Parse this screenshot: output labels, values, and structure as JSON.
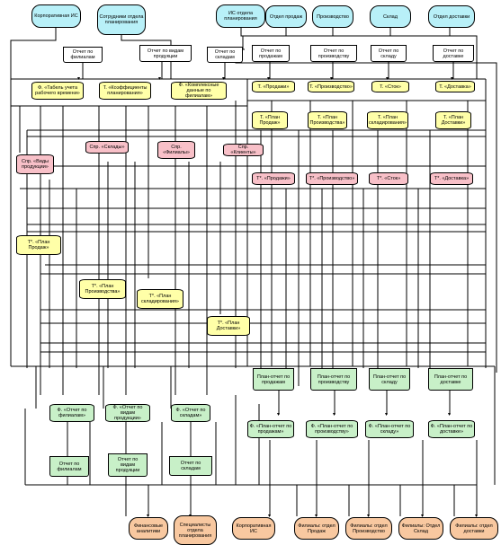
{
  "external_top": {
    "korp": "Корпоративная ИС",
    "sotr": "Сотрудники отдела планирования",
    "isop": "ИС отдела планирования",
    "prod": "Отдел продаж",
    "proizv": "Производство",
    "sklad": "Склад",
    "dost": "Отдел доставки"
  },
  "reports": {
    "filialy": "Отчет по филиалам",
    "vidy": "Отчет по видам продукции",
    "sklady": "Отчет по складам",
    "prodazhi": "Отчет по продажам",
    "proizv": "Отчет по производству",
    "sklad": "Отчет по складу",
    "dostavka": "Отчет по доставке"
  },
  "forms_top": {
    "tabel": "Ф. «Табель учета рабочего времени»",
    "koef": "Т. «Коэффициенты планирования»",
    "kompl": "Ф. «Комплексные данные по филиалам»",
    "t_prod": "Т. «Продажи»",
    "t_proizv": "Т. «Производство»",
    "t_stok": "Т. «Сток»",
    "t_dost": "Т. «Доставка»",
    "plan_prod": "Т. «План Продаж»",
    "plan_proizv": "Т. «План Производства»",
    "plan_skl": "Т. «План складирования»",
    "plan_dost": "Т. «План Доставки»"
  },
  "references": {
    "vidy": "Спр. «Виды продукции»",
    "sklady": "Спр. «Склады»",
    "filialy": "Спр. «Филиалы»",
    "klienty": "Спр. «Клиенты»"
  },
  "temp_tables": {
    "prod": "Т*. «Продажи»",
    "proizv": "Т*. «Производство»",
    "stok": "Т*. «Сток»",
    "dost": "Т*. «Доставка»"
  },
  "plans_mid": {
    "prod": "Т*. «План Продаж»",
    "proizv": "Т*. «План Производства»",
    "skl": "Т*. «План складирования»",
    "dost": "Т*. «План Доставки»"
  },
  "plan_reports": {
    "prod": "План-отчет по продажам",
    "proizv": "План-отчет по производству",
    "sklad": "План-отчет по складу",
    "dost": "План-отчет по доставке"
  },
  "plan_forms": {
    "prod": "Ф. «План-отчет по продажам»",
    "proizv": "Ф. «План-отчет по производству»",
    "sklad": "Ф. «План-отчет по складу»",
    "dost": "Ф. «План-отчет по доставке»"
  },
  "green_forms": {
    "filialy": "Ф. «Отчет по филиалам»",
    "vidy": "Ф. «Отчет по видам продукции»",
    "sklady": "Ф. «Отчет по складам»"
  },
  "green_docs": {
    "filialy": "Отчет по филиалам",
    "vidy": "Отчет по видам продукции",
    "sklady": "Отчет по складам"
  },
  "external_bottom": {
    "fin": "Финансовые аналитики",
    "spec": "Специалисты отдела планирования",
    "korp": "Корпоративная ИС",
    "fil_prod": "Филиалы: отдел Продаж",
    "fil_proizv": "Филиалы: отдел Производство",
    "fil_sklad": "Филиалы: Отдел Склад",
    "fil_dost": "Филиалы: отдел доставки"
  }
}
